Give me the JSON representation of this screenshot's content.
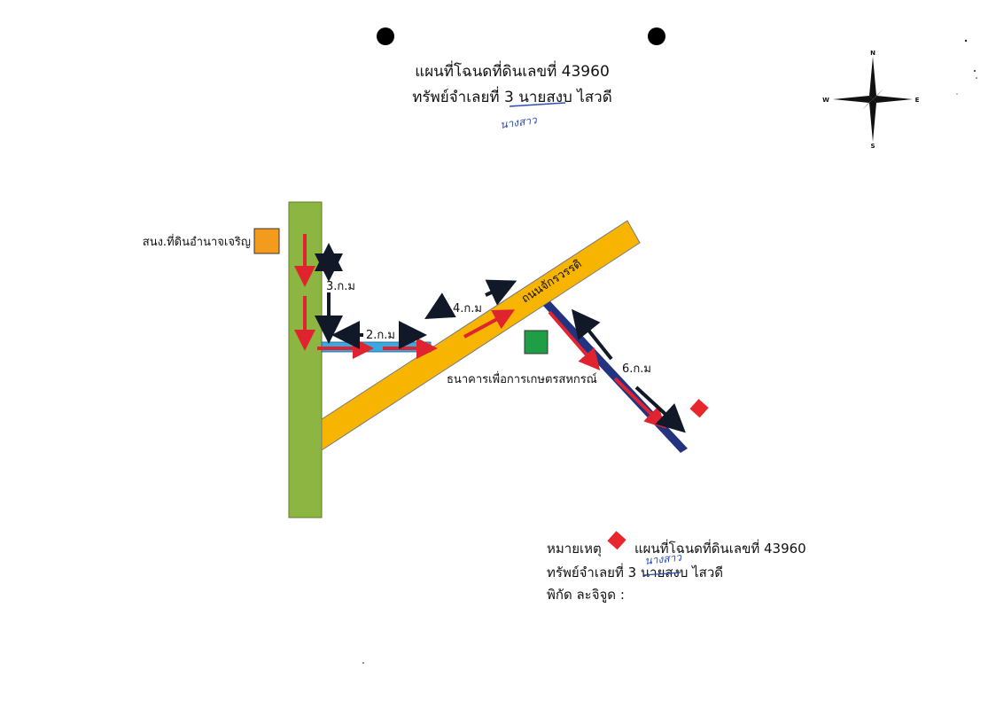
{
  "header": {
    "title": "แผนที่โฉนดที่ดินเลขที่ 43960",
    "subtitle": "ทรัพย์จำเลยที่ 3 นายสงบ ไสวดี",
    "handwritten_correction": "นางสาว"
  },
  "compass": {
    "n": "N",
    "s": "S",
    "e": "E",
    "w": "W"
  },
  "map": {
    "landmark_top_label": "สนง.ที่ดินอำนาจเจริญ",
    "road_label": "ถนนจักรวรรดิ",
    "bank_label": "ธนาคารเพื่อการเกษตรสหกรณ์",
    "distances": {
      "d1": "3.ก.ม",
      "d2": "2.ก.ม",
      "d3": "4.ก.ม",
      "d4": "6.ก.ม"
    }
  },
  "colors": {
    "green_road": "#8db542",
    "yellow_road": "#f7b400",
    "blue_road_light": "#3aa9e0",
    "blue_road_dark": "#23337f",
    "red_arrow": "#e0242f",
    "black_arrow": "#111827",
    "landmark_orange": "#f29b1d",
    "bank_green": "#1f9e45",
    "target_red": "#e8262d"
  },
  "footer": {
    "note_label": "หมายเหตุ",
    "legend_text": "แผนที่โฉนดที่ดินเลขที่ 43960",
    "property_line": "ทรัพย์จำเลยที่ 3 นายสงบ ไสวดี",
    "handwritten_correction": "นางสาว",
    "coordinates_label": "พิกัด ละจิจูด :"
  }
}
